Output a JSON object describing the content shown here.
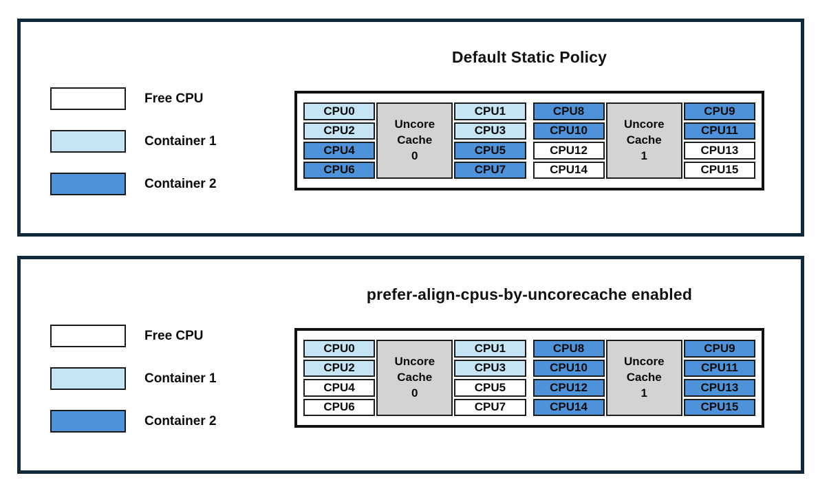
{
  "colors": {
    "free": "#FFFFFF",
    "container1": "#C6E5F4",
    "container2": "#4E93D9",
    "cache_fill": "#D3D3D3",
    "panel_border": "#0E2A3A"
  },
  "legend": {
    "items": [
      {
        "label": "Free CPU",
        "state": "free"
      },
      {
        "label": "Container 1",
        "state": "container1"
      },
      {
        "label": "Container 2",
        "state": "container2"
      }
    ]
  },
  "panels": [
    {
      "title": "Default Static Policy",
      "groups": [
        {
          "cache_label": "Uncore\nCache\n0",
          "left_cpus": [
            {
              "label": "CPU0",
              "state": "container1"
            },
            {
              "label": "CPU2",
              "state": "container1"
            },
            {
              "label": "CPU4",
              "state": "container2"
            },
            {
              "label": "CPU6",
              "state": "container2"
            }
          ],
          "right_cpus": [
            {
              "label": "CPU1",
              "state": "container1"
            },
            {
              "label": "CPU3",
              "state": "container1"
            },
            {
              "label": "CPU5",
              "state": "container2"
            },
            {
              "label": "CPU7",
              "state": "container2"
            }
          ]
        },
        {
          "cache_label": "Uncore\nCache\n1",
          "left_cpus": [
            {
              "label": "CPU8",
              "state": "container2"
            },
            {
              "label": "CPU10",
              "state": "container2"
            },
            {
              "label": "CPU12",
              "state": "free"
            },
            {
              "label": "CPU14",
              "state": "free"
            }
          ],
          "right_cpus": [
            {
              "label": "CPU9",
              "state": "container2"
            },
            {
              "label": "CPU11",
              "state": "container2"
            },
            {
              "label": "CPU13",
              "state": "free"
            },
            {
              "label": "CPU15",
              "state": "free"
            }
          ]
        }
      ]
    },
    {
      "title": "prefer-align-cpus-by-uncorecache enabled",
      "groups": [
        {
          "cache_label": "Uncore\nCache\n0",
          "left_cpus": [
            {
              "label": "CPU0",
              "state": "container1"
            },
            {
              "label": "CPU2",
              "state": "container1"
            },
            {
              "label": "CPU4",
              "state": "free"
            },
            {
              "label": "CPU6",
              "state": "free"
            }
          ],
          "right_cpus": [
            {
              "label": "CPU1",
              "state": "container1"
            },
            {
              "label": "CPU3",
              "state": "container1"
            },
            {
              "label": "CPU5",
              "state": "free"
            },
            {
              "label": "CPU7",
              "state": "free"
            }
          ]
        },
        {
          "cache_label": "Uncore\nCache\n1",
          "left_cpus": [
            {
              "label": "CPU8",
              "state": "container2"
            },
            {
              "label": "CPU10",
              "state": "container2"
            },
            {
              "label": "CPU12",
              "state": "container2"
            },
            {
              "label": "CPU14",
              "state": "container2"
            }
          ],
          "right_cpus": [
            {
              "label": "CPU9",
              "state": "container2"
            },
            {
              "label": "CPU11",
              "state": "container2"
            },
            {
              "label": "CPU13",
              "state": "container2"
            },
            {
              "label": "CPU15",
              "state": "container2"
            }
          ]
        }
      ]
    }
  ]
}
